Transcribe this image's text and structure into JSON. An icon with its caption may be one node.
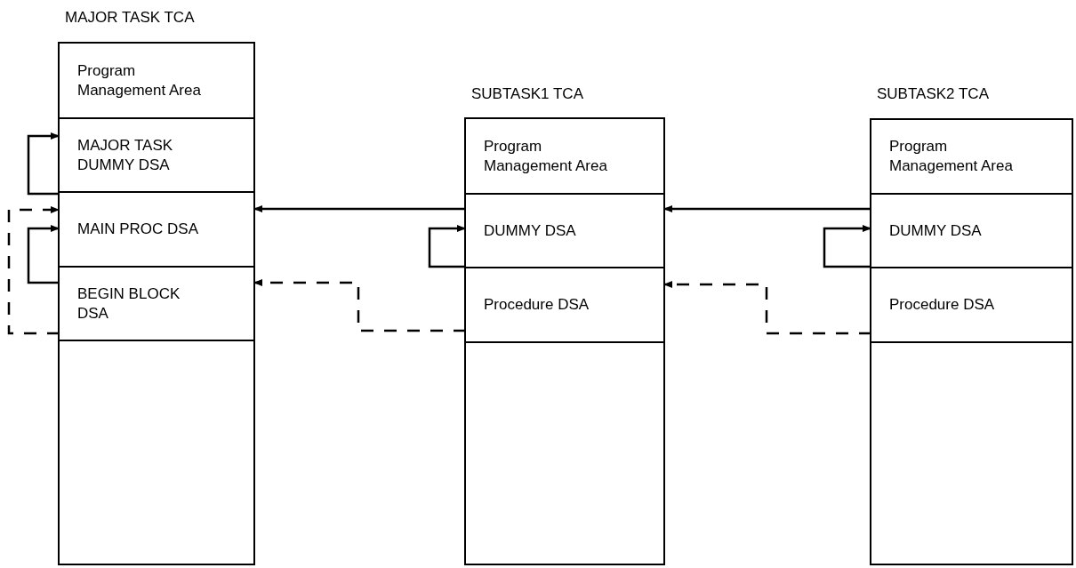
{
  "diagram": {
    "nodes": [
      {
        "text": [
          "MAJOR TASK TCA"
        ]
      },
      {
        "text": [
          "Program Management Area"
        ],
        "in": 0
      },
      {
        "text": [
          "MAJOR TASK DUMMY DSA"
        ],
        "in": 0
      },
      {
        "text": [
          "MAIN PROC DSA"
        ],
        "in": 0
      },
      {
        "text": [
          "BEGIN BLOCK DSA"
        ],
        "in": 0
      },
      {
        "text": [],
        "shape": "box",
        "in": 0
      },
      {
        "text": [
          "SUBTASK1 TCA"
        ]
      },
      {
        "text": [
          "Program Management Area"
        ],
        "in": 6
      },
      {
        "text": [
          "DUMMY DSA"
        ],
        "in": 6
      },
      {
        "text": [
          "Procedure DSA"
        ],
        "in": 6
      },
      {
        "text": [],
        "shape": "box",
        "in": 6
      },
      {
        "text": [
          "SUBTASK2 TCA"
        ]
      },
      {
        "text": [
          "Program Management Area"
        ],
        "in": 11
      },
      {
        "text": [
          "DUMMY DSA"
        ],
        "in": 11
      },
      {
        "text": [
          "Procedure DSA"
        ],
        "in": 11
      },
      {
        "text": [],
        "shape": "box",
        "in": 11
      }
    ],
    "edges": [
      {
        "from": 3,
        "to": 2,
        "arrow": "to"
      },
      {
        "from": 4,
        "to": 3,
        "arrow": "to"
      },
      {
        "from": 4,
        "to": 3,
        "arrow": "to",
        "style": "dashed"
      },
      {
        "from": 8,
        "to": 3,
        "arrow": "to"
      },
      {
        "from": 9,
        "to": 4,
        "arrow": "to",
        "style": "dashed"
      },
      {
        "from": 9,
        "to": 8,
        "arrow": "to"
      },
      {
        "from": 13,
        "to": 8,
        "arrow": "to"
      },
      {
        "from": 14,
        "to": 9,
        "arrow": "to",
        "style": "dashed"
      },
      {
        "from": 14,
        "to": 13,
        "arrow": "to"
      }
    ]
  }
}
